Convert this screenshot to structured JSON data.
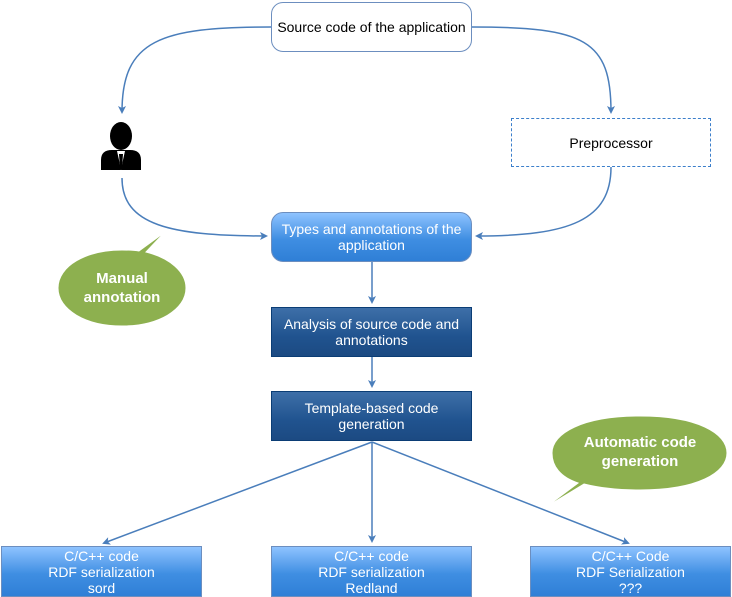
{
  "nodes": {
    "source": "Source code of the application",
    "preprocessor": "Preprocessor",
    "types": [
      "Types and annotations of the",
      "application"
    ],
    "analysis": [
      "Analysis of source code and",
      "annotations"
    ],
    "template": [
      "Template-based code",
      "generation"
    ],
    "leaf1": [
      "C/C++ code",
      "RDF serialization",
      "sord"
    ],
    "leaf2": [
      "C/C++ code",
      "RDF serialization",
      "Redland"
    ],
    "leaf3": [
      "C/C++ Code",
      "RDF Serialization",
      "???"
    ]
  },
  "callouts": {
    "manual": [
      "Manual",
      "annotation"
    ],
    "automatic": [
      "Automatic code",
      "generation"
    ]
  },
  "icons": {
    "person": "person-icon"
  },
  "colors": {
    "connector": "#4a7ebb",
    "callout": "#8db04f",
    "light_box": "#3f8ee2",
    "dark_box": "#20538f"
  }
}
